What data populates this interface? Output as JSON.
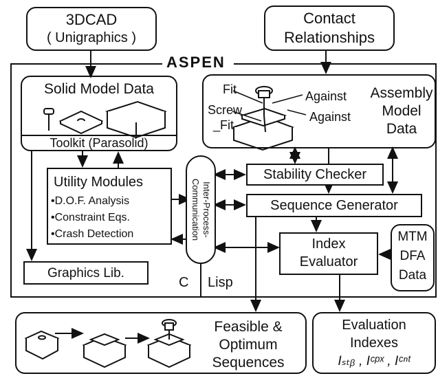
{
  "top": {
    "cad_title": "3DCAD",
    "cad_sub": "( Unigraphics )",
    "contact_line1": "Contact",
    "contact_line2": "Relationships",
    "system_name": "ASPEN"
  },
  "solid": {
    "title": "Solid Model  Data",
    "toolkit": "Toolkit (Parasolid)"
  },
  "assembly": {
    "fit_top": "Fit",
    "against_1": "Against",
    "screw": "Screw",
    "fit_bottom": "_Fit",
    "against_2": "Against",
    "title_line1": "Assembly",
    "title_line2": "Model",
    "title_line3": "Data"
  },
  "utility": {
    "title": "Utility Modules",
    "items": [
      "•D.O.F. Analysis",
      "•Constraint Eqs.",
      "•Crash Detection"
    ]
  },
  "ipc": {
    "line1": "Inter-Process-",
    "line2": "Communication"
  },
  "stability": "Stability Checker",
  "sequence": "Sequence Generator",
  "index": {
    "line1": "Index",
    "line2": "Evaluator"
  },
  "mtm": {
    "line1": "MTM",
    "line2": "DFA",
    "line3": "Data"
  },
  "graphics": "Graphics Lib.",
  "lang": {
    "c": "C",
    "lisp": "Lisp"
  },
  "feasible": {
    "line1": "Feasible  &",
    "line2": "Optimum",
    "line3": "Sequences"
  },
  "evaluation": {
    "line1": "Evaluation",
    "line2": "Indexes",
    "line3": "Iₛₜᵦ , Iᶜᵖˣ , Iᶜⁿᵗ"
  },
  "colors": {
    "ink": "#111111",
    "paper": "#ffffff"
  }
}
